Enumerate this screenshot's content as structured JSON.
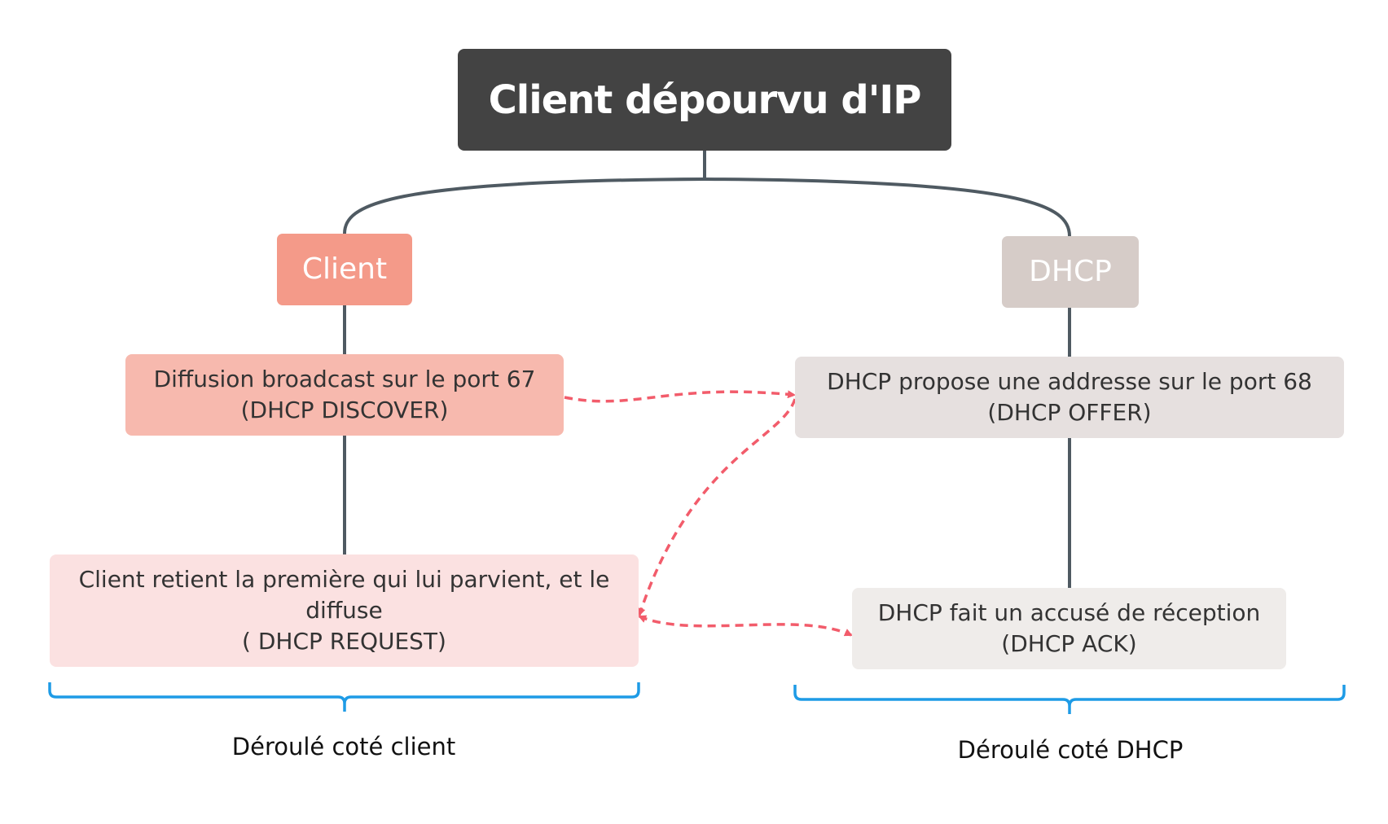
{
  "root": {
    "label": "Client dépourvu d'IP"
  },
  "branches": {
    "client": {
      "label": "Client"
    },
    "dhcp": {
      "label": "DHCP"
    }
  },
  "steps": {
    "discover": "Diffusion broadcast sur le port 67\n(DHCP DISCOVER)",
    "offer": "DHCP propose une addresse sur le port 68\n(DHCP OFFER)",
    "request": "Client retient la première qui lui parvient, et le\ndiffuse\n( DHCP REQUEST)",
    "ack": "DHCP fait un accusé de réception\n(DHCP ACK)"
  },
  "groups": {
    "client": "Déroulé coté client",
    "dhcp": "Déroulé coté DHCP"
  },
  "colors": {
    "root": "#434343",
    "client_branch": "#f49a89",
    "dhcp_branch": "#d6ccc8",
    "connector": "#4f5a62",
    "message_arrow": "#f25c6b",
    "bracket": "#1e9be6"
  }
}
